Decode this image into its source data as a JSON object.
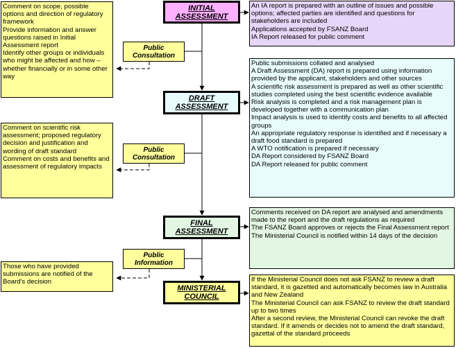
{
  "stages": {
    "initial": [
      "INITIAL",
      "ASSESSMENT"
    ],
    "draft": [
      "DRAFT",
      "ASSESSMENT"
    ],
    "final": [
      "FINAL",
      "ASSESSMENT"
    ],
    "council": [
      "MINISTERIAL",
      "COUNCIL"
    ]
  },
  "consultations": {
    "pc1": [
      "Public",
      "Consultation"
    ],
    "pc2": [
      "Public",
      "Consultation"
    ],
    "pi": [
      "Public",
      "Information"
    ]
  },
  "left_notes": {
    "note1": [
      "Comment on scope, possible options and direction of regulatory framework",
      "Provide information and answer questions raised in Initial Assessment report",
      "Identify other groups or individuals who might be affected and how – whether financially or in some other way"
    ],
    "note2": [
      "Comment on scientific risk assessment; proposed regulatory decision and justification and wording of draft standard",
      "Comment on costs and benefits and assessment of regulatory impacts"
    ],
    "note3": [
      "Those who have provided submissions are notified of the Board's decision"
    ]
  },
  "right_details": {
    "initial": [
      "An IA report is prepared with an outline of issues and possible options; affected parties are identified and questions for stakeholders are included",
      "Applications accepted by FSANZ Board",
      "IA Report released for public comment"
    ],
    "draft": [
      "Public submissions collated and analysed",
      "A Draft Assessment (DA) report is prepared using information provided by the applicant, stakeholders and other sources",
      "A scientific risk assessment is prepared as well as other scientific studies completed using the best scientific evidence available",
      "Risk analysis is completed and a risk management plan is developed together with a communication plan",
      "Impact analysis is used to identify costs and benefits to all affected groups",
      "An appropriate regulatory response is identified and if necessary a draft food standard is prepared",
      "A WTO notification is prepared if necessary",
      "DA Report considered by FSANZ Board",
      "DA Report released for public comment"
    ],
    "final": [
      "Comments received on DA report are analysed and amendments made to the report and the draft regulations as required",
      "The FSANZ Board approves or rejects the Final Assessment report",
      "The Ministerial Council is notified within 14 days of the decision"
    ],
    "council": [
      "If the Ministerial Council does not ask FSANZ to review a draft standard, it is gazetted and automatically becomes law in Australia and New Zealand",
      "The Ministerial Council can ask FSANZ to review the draft standard up to two times",
      "After a second review, the Ministerial Council can revoke the draft standard. If it amends or decides not to amend the draft standard, gazettal of the standard proceeds"
    ]
  }
}
